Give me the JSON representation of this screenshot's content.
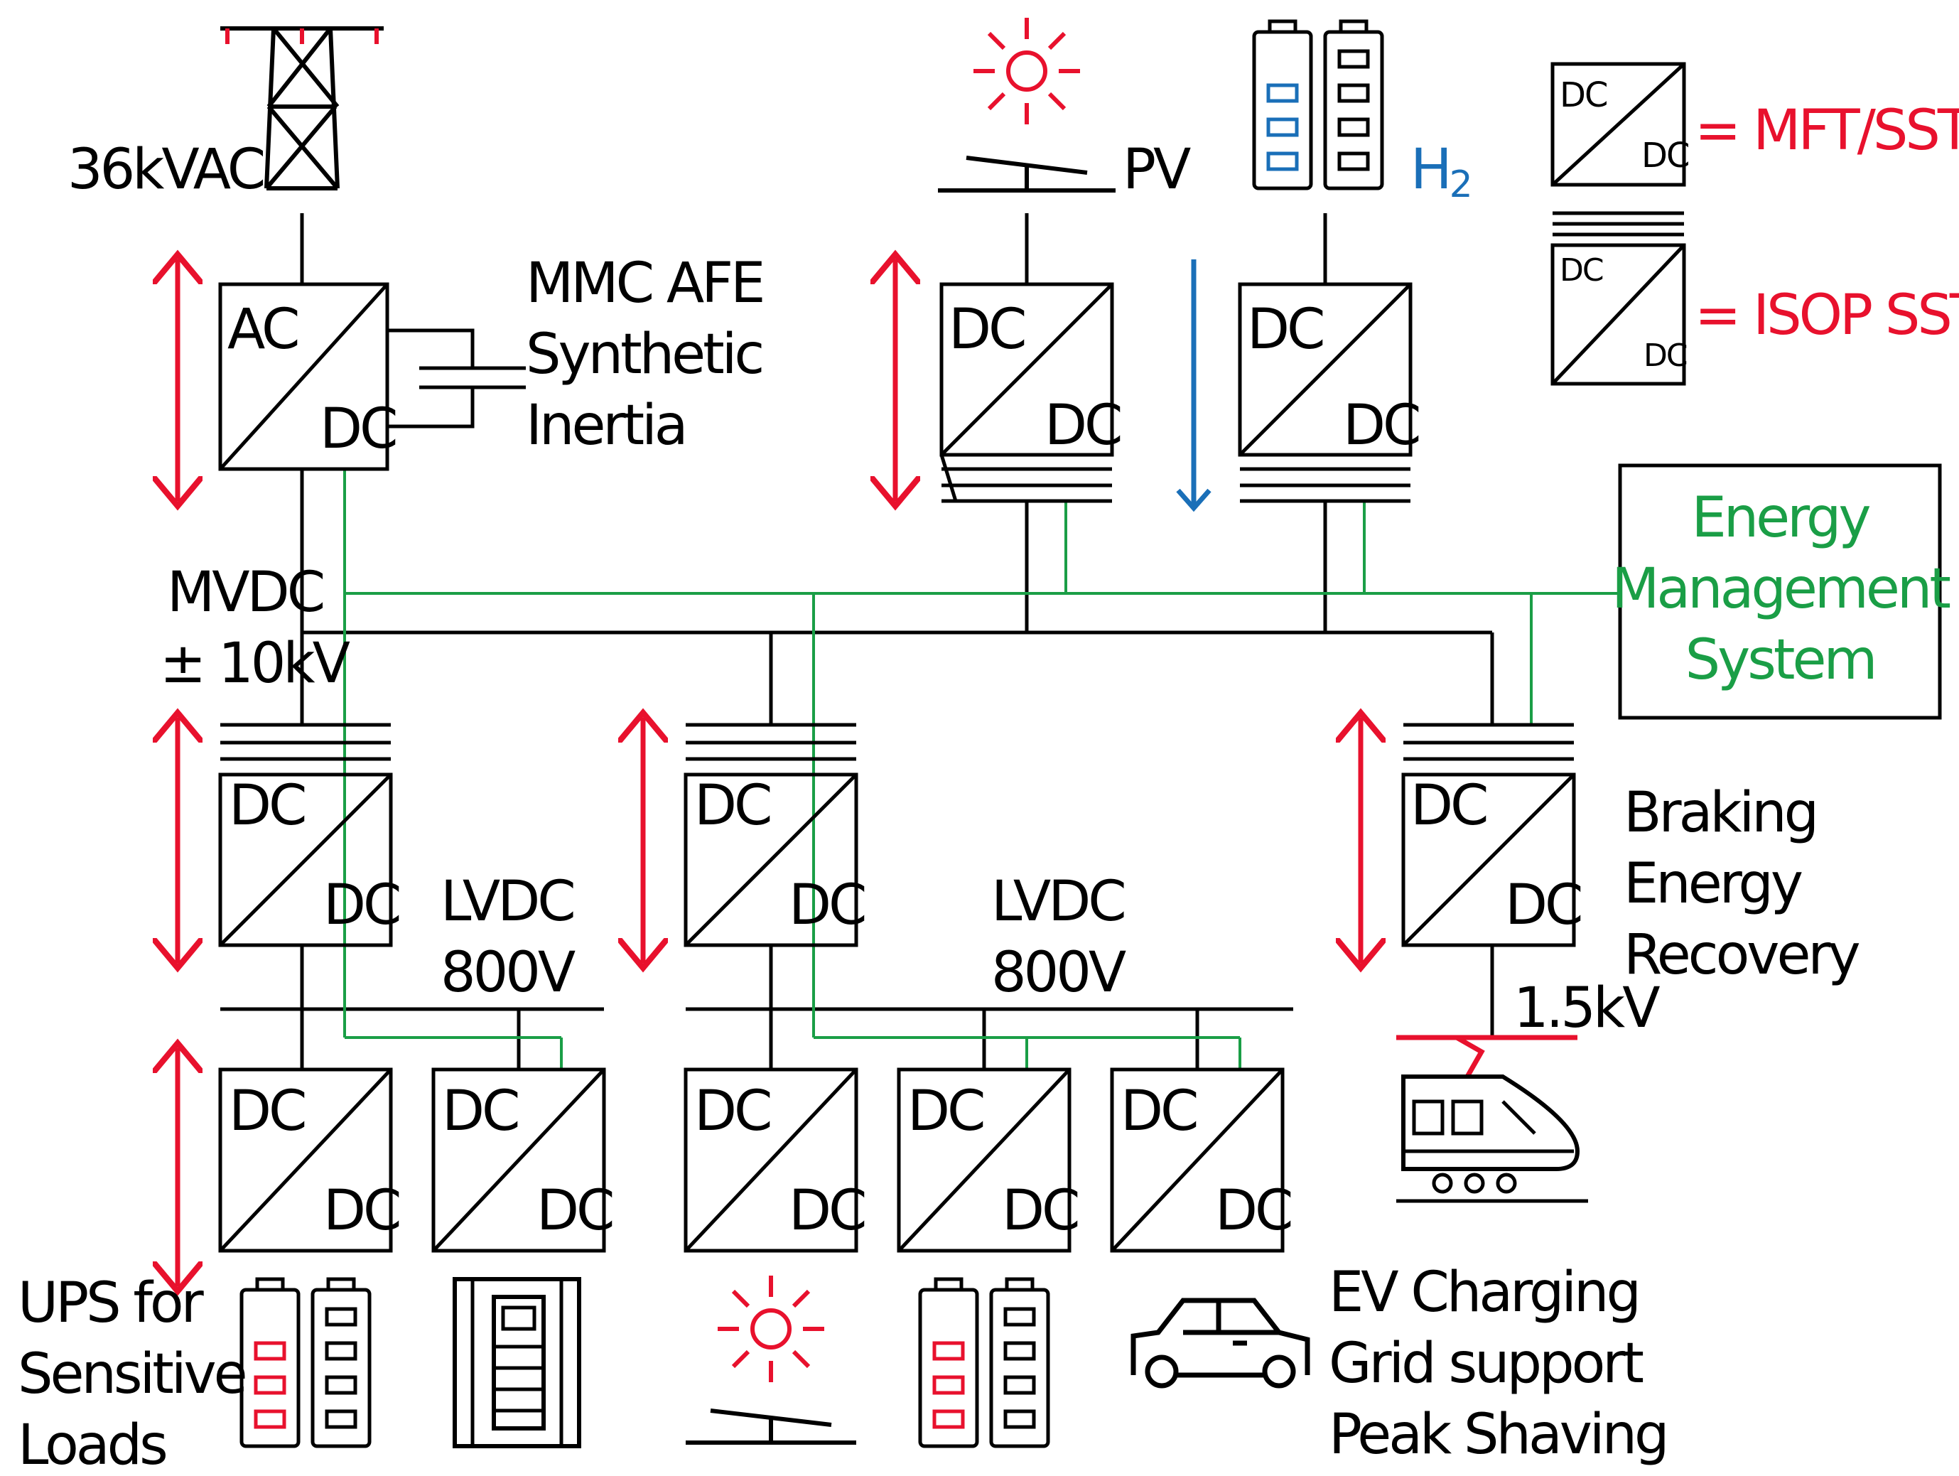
{
  "labels": {
    "grid_voltage": "36kVAC",
    "mmc_afe": "MMC AFE",
    "synthetic": "Synthetic",
    "inertia": "Inertia",
    "mvdc": "MVDC",
    "mvdc_voltage": "± 10kV",
    "pv": "PV",
    "h2": "H",
    "h2_sub": "2",
    "lvdc_left": "LVDC",
    "lvdc_left_voltage": "800V",
    "lvdc_right": "LVDC",
    "lvdc_right_voltage": "800V",
    "braking": "Braking",
    "energy": "Energy",
    "recovery": "Recovery",
    "traction_voltage": "1.5kV",
    "ups_for": "UPS for",
    "sensitive": "Sensitive",
    "loads": "Loads",
    "ev_charging": "EV Charging",
    "grid_support": "Grid support",
    "peak_shaving": "Peak Shaving"
  },
  "ems": {
    "line1": "Energy",
    "line2": "Management",
    "line3": "System"
  },
  "legend": {
    "mft": "= MFT/SST",
    "isop": "= ISOP SST",
    "dc": "DC"
  },
  "converters": {
    "ac": "AC",
    "dc": "DC"
  },
  "colors": {
    "bidirectional_arrow": "#e8112d",
    "unidirectional_arrow": "#1a6fb8",
    "control_line": "#1a9e46",
    "power_line": "#000000"
  }
}
